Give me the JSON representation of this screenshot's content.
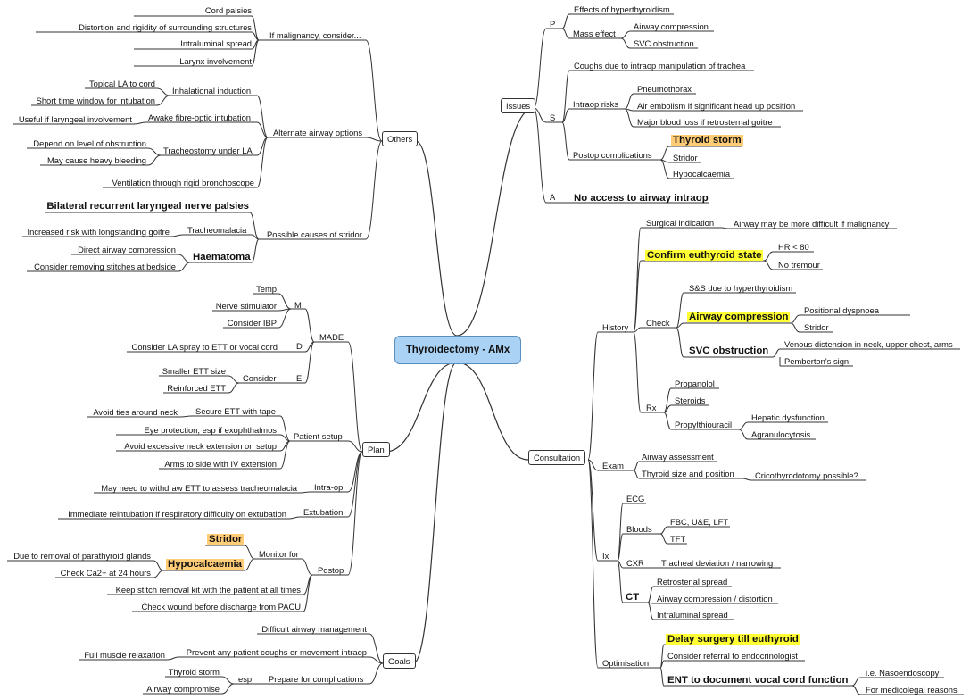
{
  "center": "Thyroidectomy - AMx",
  "others": {
    "label": "Others",
    "malignancy": {
      "label": "If malignancy, consider...",
      "items": [
        "Cord palsies",
        "Distortion and rigidity of surrounding structures",
        "Intraluminal spread",
        "Larynx involvement"
      ]
    },
    "airway": {
      "label": "Alternate airway options",
      "inhalational": {
        "label": "Inhalational induction",
        "items": [
          "Topical LA to cord",
          "Short time window for intubation"
        ]
      },
      "fibreoptic": {
        "label": "Awake fibre-optic intubation",
        "items": [
          "Useful if laryngeal involvement"
        ]
      },
      "tracheostomy": {
        "label": "Tracheostomy under LA",
        "items": [
          "Depend on level of obstruction",
          "May cause heavy bleeding"
        ]
      },
      "rigid": "Ventilation through rigid bronchoscope"
    },
    "stridor": {
      "label": "Possible causes of stridor",
      "palsies": "Bilateral recurrent laryngeal nerve palsies",
      "tracheomalacia": {
        "label": "Tracheomalacia",
        "items": [
          "Increased risk with longstanding goitre"
        ]
      },
      "haematoma": {
        "label": "Haematoma",
        "items": [
          "Direct airway compression",
          "Consider removing stitches at bedside"
        ]
      }
    }
  },
  "plan": {
    "label": "Plan",
    "made": {
      "label": "MADE",
      "m": {
        "label": "M",
        "items": [
          "Temp",
          "Nerve stimulator",
          "Consider IBP"
        ]
      },
      "d": {
        "label": "D",
        "items": [
          "Consider LA spray to ETT or vocal cord"
        ]
      },
      "e": {
        "label": "E",
        "consider": "Consider",
        "items": [
          "Smaller ETT size",
          "Reinforced ETT"
        ]
      }
    },
    "setup": {
      "label": "Patient setup",
      "secure": {
        "label": "Secure ETT with tape",
        "items": [
          "Avoid ties around neck"
        ]
      },
      "items": [
        "Eye protection, esp if exophthalmos",
        "Avoid excessive neck extension on setup",
        "Arms to side with IV extension"
      ]
    },
    "intraop": {
      "label": "Intra-op",
      "items": [
        "May need to withdraw ETT to assess tracheomalacia"
      ]
    },
    "extubation": {
      "label": "Extubation",
      "items": [
        "Immediate reintubation if respiratory difficulty on extubation"
      ]
    },
    "postop": {
      "label": "Postop",
      "monitor": {
        "label": "Monitor for",
        "stridor": "Stridor",
        "hypocalcaemia": "Hypocalcaemia",
        "items": [
          "Due to removal of parathyroid glands",
          "Check Ca2+ at 24 hours"
        ]
      },
      "items": [
        "Keep stitch removal kit with the patient at all times",
        "Check wound before discharge from PACU"
      ]
    }
  },
  "goals": {
    "label": "Goals",
    "items": [
      "Difficult airway management",
      "Prevent any patient coughs or movement intraop"
    ],
    "relax": "Full muscle relaxation",
    "prepare": {
      "label": "Prepare for complications",
      "esp": "esp",
      "items": [
        "Thyroid storm",
        "Airway compromise"
      ]
    }
  },
  "issues": {
    "label": "Issues",
    "p": {
      "label": "P",
      "effects": "Effects of hyperthyroidism",
      "mass": {
        "label": "Mass effect",
        "items": [
          "Airway compression",
          "SVC obstruction"
        ]
      }
    },
    "s": {
      "label": "S",
      "coughs": "Coughs due to intraop manipulation of trachea",
      "intraop": {
        "label": "Intraop risks",
        "items": [
          "Pneumothorax",
          "Air embolism if significant head up position",
          "Major blood loss if retrosternal goitre"
        ]
      },
      "postop": {
        "label": "Postop complications",
        "storm": "Thyroid storm",
        "items": [
          "Stridor",
          "Hypocalcaemia"
        ]
      }
    },
    "a": {
      "label": "A",
      "text": "No access to airway intraop"
    }
  },
  "consultation": {
    "label": "Consultation",
    "history": {
      "label": "History",
      "surgical": {
        "label": "Surgical indication",
        "items": [
          "Airway may be more difficult if malignancy"
        ]
      },
      "confirm": {
        "label": "Confirm euthyroid state",
        "items": [
          "HR < 80",
          "No tremour"
        ]
      },
      "check": {
        "label": "Check",
        "ss": "S&S due to hyperthyroidism",
        "airway": {
          "label": "Airway compression",
          "items": [
            "Positional dyspnoea",
            "Stridor"
          ]
        },
        "svc": {
          "label": "SVC obstruction",
          "items": [
            "Venous distension in neck, upper chest, arms",
            "Pemberton's sign"
          ]
        }
      },
      "rx": {
        "label": "Rx",
        "items": [
          "Propanolol",
          "Steroids"
        ],
        "ptu": {
          "label": "Propylthiouracil",
          "items": [
            "Hepatic dysfunction",
            "Agranulocytosis"
          ]
        }
      }
    },
    "exam": {
      "label": "Exam",
      "airway": "Airway assessment",
      "thyroid": {
        "label": "Thyroid size and position",
        "items": [
          "Cricothyrodotomy possible?"
        ]
      }
    },
    "ix": {
      "label": "Ix",
      "ecg": "ECG",
      "bloods": {
        "label": "Bloods",
        "items": [
          "FBC, U&E, LFT",
          "TFT"
        ]
      },
      "cxr": {
        "label": "CXR",
        "items": [
          "Tracheal deviation / narrowing"
        ]
      },
      "ct": {
        "label": "CT",
        "items": [
          "Retrostenal spread",
          "Airway compression / distortion",
          "Intraluminal spread"
        ]
      }
    },
    "optimisation": {
      "label": "Optimisation",
      "delay": "Delay surgery till euthyroid",
      "referral": "Consider referral to endocrinologist",
      "ent": {
        "label": "ENT to document vocal cord function",
        "items": [
          "i.e. Nasoendoscopy",
          "For medicolegal reasons"
        ]
      }
    }
  },
  "colors": {
    "line": "#333333",
    "center_fill": "#a9d2f5",
    "highlight_yellow": "#ffff33",
    "highlight_orange": "#ffcc77"
  }
}
